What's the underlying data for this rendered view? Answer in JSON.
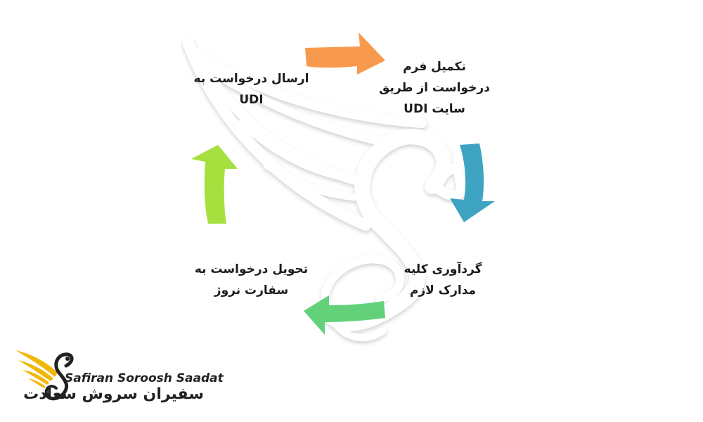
{
  "steps": [
    {
      "id": "send",
      "lines": [
        "ارسال درخواست به",
        "UDI"
      ]
    },
    {
      "id": "form",
      "lines": [
        "تکمیل فرم",
        "درخواست از طریق",
        "سایت UDI"
      ]
    },
    {
      "id": "collect",
      "lines": [
        "گردآوری کلیه",
        "مدارک لازم"
      ]
    },
    {
      "id": "deliver",
      "lines": [
        "تحویل درخواست به",
        "سفارت نروژ"
      ]
    }
  ],
  "arrows": [
    {
      "id": "send-to-form",
      "color": "#f79a4e",
      "direction": "right"
    },
    {
      "id": "form-to-collect",
      "color": "#3fa4c2",
      "direction": "down"
    },
    {
      "id": "collect-to-deliver",
      "color": "#62d17a",
      "direction": "left"
    },
    {
      "id": "deliver-to-send",
      "color": "#a6e03f",
      "direction": "up"
    }
  ],
  "colors": {
    "background": "#ffffff",
    "watermark_shadow": "#d9d9d9",
    "logo_gold": "#f2b705",
    "logo_dark": "#222222"
  },
  "icons": {
    "watermark": "wing-s-watermark-icon",
    "brand": "golden-wing-s-logo-icon"
  },
  "brand": {
    "latin_name": "Safiran Soroosh Saadat",
    "persian_name": "سفیران سروش سعادت"
  }
}
